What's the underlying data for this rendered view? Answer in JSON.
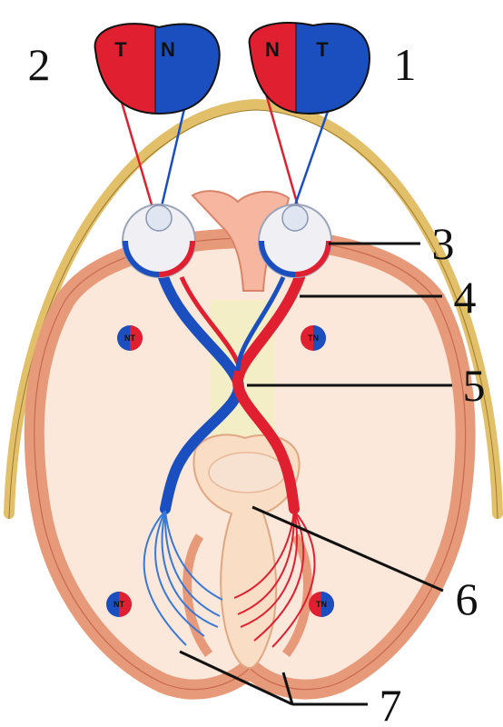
{
  "diagram": {
    "colors": {
      "left_half": "#1b4fc0",
      "right_half": "#e02030",
      "skull": "#e2c06a",
      "cortex": "#f2b496",
      "brain_fill": "#fbe8da",
      "nerve_core": "#f0e6a8"
    },
    "visual_fields": [
      {
        "id": "field-2",
        "number": "2",
        "left_label": "T",
        "right_label": "N"
      },
      {
        "id": "field-1",
        "number": "1",
        "left_label": "N",
        "right_label": "T"
      }
    ],
    "mini_fields": [
      {
        "id": "mini-upper-left",
        "label": "NT"
      },
      {
        "id": "mini-upper-right",
        "label": "TN"
      },
      {
        "id": "mini-lower-left",
        "label": "NT"
      },
      {
        "id": "mini-lower-right",
        "label": "TN"
      }
    ],
    "callouts": [
      "3",
      "4",
      "5",
      "6",
      "7"
    ]
  }
}
